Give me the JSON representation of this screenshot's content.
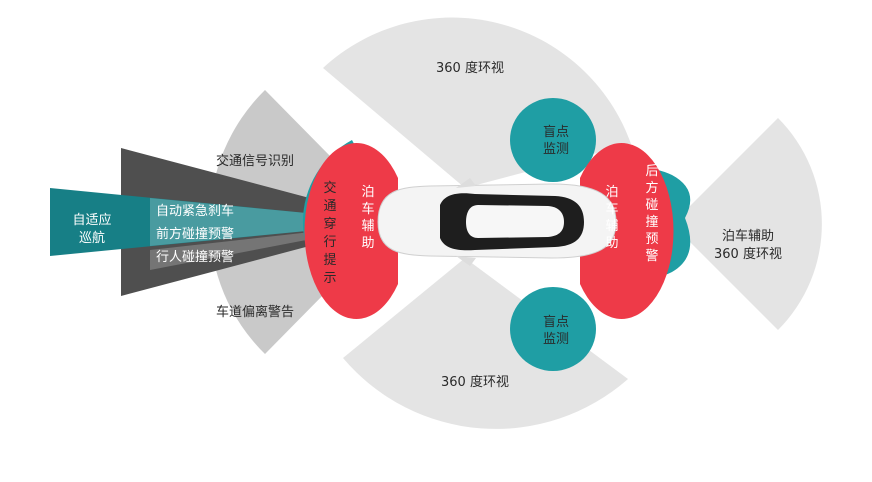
{
  "diagram": {
    "colors": {
      "gray_light": "#e4e4e4",
      "gray_mid": "#c9c9c9",
      "gray_dark": "#4f4f4f",
      "teal": "#1f9ea4",
      "teal_dark": "#177f86",
      "red": "#ee3a48",
      "car_body": "#f4f4f4",
      "car_glass": "#1e1e1e"
    },
    "labels": {
      "surround_view_top": "360  度环视",
      "surround_view_bottom": "360  度环视",
      "traffic_sign": "交通信号识别",
      "lane_departure": "车道偏离警告",
      "adaptive_cruise": [
        "自适应",
        "巡航"
      ],
      "aeb": "自动紧急刹车",
      "fcw": "前方碰撞预警",
      "pedestrian": "行人碰撞预警",
      "cross_traffic": [
        "交",
        "通",
        "穿",
        "行",
        "提",
        "示"
      ],
      "park_assist_front": [
        "泊",
        "车",
        "辅",
        "助"
      ],
      "park_assist_rear": [
        "泊",
        "车",
        "辅",
        "助"
      ],
      "blind_spot_top": [
        "盲点",
        "监测"
      ],
      "blind_spot_bottom": [
        "盲点",
        "监测"
      ],
      "rear_collision": [
        "后",
        "方",
        "碰",
        "撞",
        "预",
        "警"
      ],
      "park_assist_360": [
        "泊车辅助",
        "360  度环视"
      ]
    }
  }
}
